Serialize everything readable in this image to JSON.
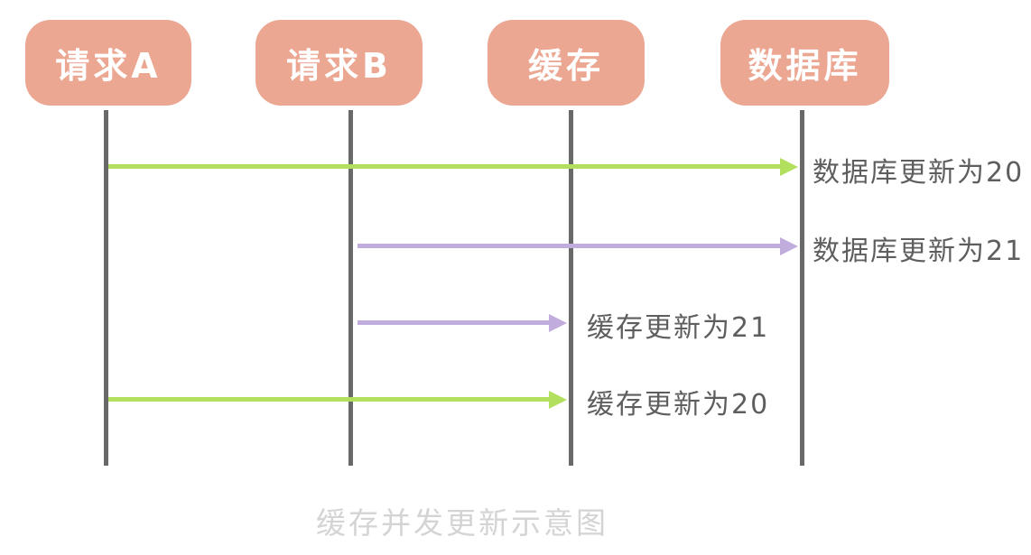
{
  "diagram": {
    "caption": "缓存并发更新示意图",
    "actors": [
      {
        "id": "request-a",
        "label": "请求A"
      },
      {
        "id": "request-b",
        "label": "请求B"
      },
      {
        "id": "cache",
        "label": "缓存"
      },
      {
        "id": "database",
        "label": "数据库"
      }
    ],
    "messages": [
      {
        "from": "request-a",
        "to": "database",
        "label": "数据库更新为20",
        "color": "green"
      },
      {
        "from": "request-b",
        "to": "database",
        "label": "数据库更新为21",
        "color": "purple"
      },
      {
        "from": "request-b",
        "to": "cache",
        "label": "缓存更新为21",
        "color": "purple"
      },
      {
        "from": "request-a",
        "to": "cache",
        "label": "缓存更新为20",
        "color": "green"
      }
    ],
    "colors": {
      "actor_fill": "#ECA792",
      "arrow_green": "#B3DF5F",
      "arrow_purple": "#C0ADDE",
      "lifeline": "#696969",
      "label_text": "#5E5E5E",
      "caption_text": "#D4D4D4"
    }
  }
}
